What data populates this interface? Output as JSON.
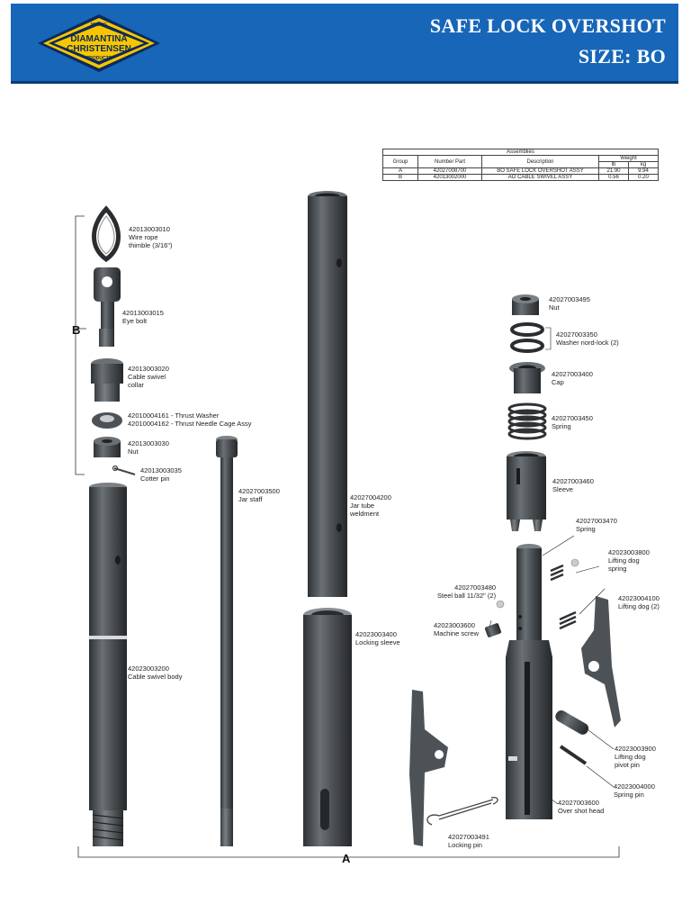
{
  "header": {
    "logo": {
      "line1": "MINING",
      "line2": "DIAMANTINA",
      "line3": "CHRISTENSEN",
      "line4": "PRODUCTS"
    },
    "title": "SAFE LOCK OVERSHOT",
    "size": "SIZE: BO"
  },
  "assemblies": {
    "caption": "Assemblies",
    "columns": [
      "Group",
      "Number Part",
      "Description"
    ],
    "weight_header": "Weight",
    "weight_units": [
      "lb",
      "kg"
    ],
    "rows": [
      {
        "group": "A",
        "part": "42027008700",
        "description": "BO SAFE LOCK OVERSHOT ASSY",
        "lb": "21.90",
        "kg": "9.94"
      },
      {
        "group": "B",
        "part": "42013002000",
        "description": "AO CABLE SWIVEL ASSY",
        "lb": "0.56",
        "kg": "0.20"
      }
    ]
  },
  "group_labels": {
    "a": "A",
    "b": "B"
  },
  "parts": {
    "p1": {
      "number": "42013003010",
      "desc": "Wire rope",
      "desc2": "thimble (3/16\")"
    },
    "p2": {
      "number": "42013003015",
      "desc": "Eye bolt"
    },
    "p3": {
      "number": "42013003020",
      "desc": "Cable swivel",
      "desc2": "collar"
    },
    "p4": {
      "line1": "42010004161 - Thrust Washer",
      "line2": "42010004162 - Thrust Needle Cage Assy"
    },
    "p5": {
      "number": "42013003030",
      "desc": "Nut"
    },
    "p6": {
      "number": "42013003035",
      "desc": "Cotter pin"
    },
    "p7": {
      "number": "42023003200",
      "desc": "Cable swivel body"
    },
    "p8": {
      "number": "42027003500",
      "desc": "Jar staff"
    },
    "p9": {
      "number": "42027004200",
      "desc": "Jar tube",
      "desc2": "weldment"
    },
    "p10": {
      "number": "42023003400",
      "desc": "Locking sleeve"
    },
    "p11": {
      "number": "42027003495",
      "desc": "Nut"
    },
    "p12": {
      "number": "42027003350",
      "desc": "Washer nord-lock (2)"
    },
    "p13": {
      "number": "42027003400",
      "desc": "Cap"
    },
    "p14": {
      "number": "42027003450",
      "desc": "Spring"
    },
    "p15": {
      "number": "42027003460",
      "desc": "Sleeve"
    },
    "p16": {
      "number": "42027003470",
      "desc": "Spring"
    },
    "p17": {
      "number": "42023003800",
      "desc": "Lifting dog",
      "desc2": "spring"
    },
    "p18": {
      "number": "42023004100",
      "desc": "Lifting dog (2)"
    },
    "p19": {
      "number": "42027003480",
      "desc": "Steel ball 11/32\" (2)"
    },
    "p20": {
      "number": "42023003600",
      "desc": "Machine screw"
    },
    "p21": {
      "number": "42023003900",
      "desc": "Lifting dog",
      "desc2": "pivot pin"
    },
    "p22": {
      "number": "42023004000",
      "desc": "Spring pin"
    },
    "p23": {
      "number": "42027003600",
      "desc": "Over shot head"
    },
    "p24": {
      "number": "42027003491",
      "desc": "Locking pin"
    }
  },
  "colors": {
    "header_blue": "#1766b8",
    "logo_yellow": "#f7c600",
    "part_gray": "#555a5e"
  }
}
